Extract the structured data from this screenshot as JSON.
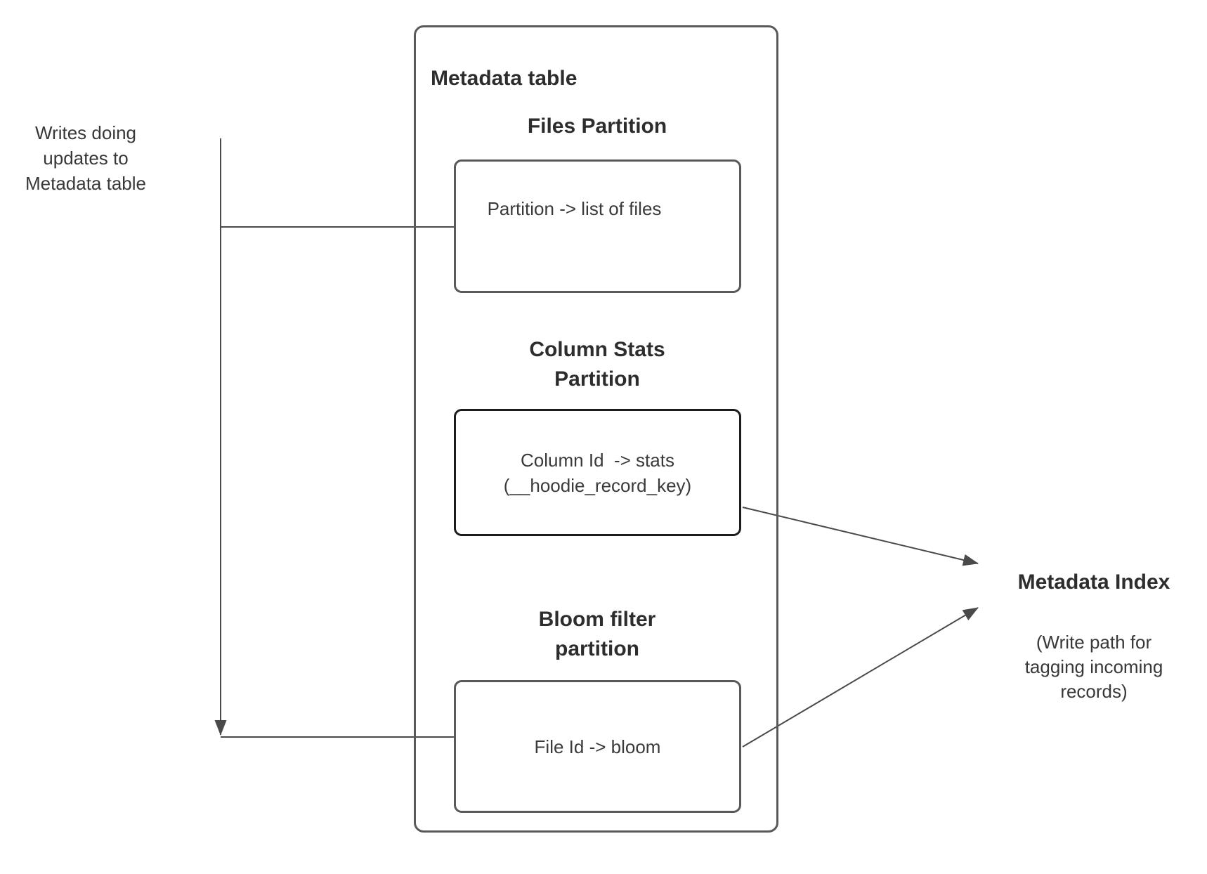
{
  "left_note": "Writes doing\nupdates to\nMetadata table",
  "metadata_table": {
    "title": "Metadata table",
    "partitions": [
      {
        "heading": "Files Partition",
        "body": "Partition -> list of files"
      },
      {
        "heading": "Column Stats\nPartition",
        "body": "Column Id  -> stats\n(__hoodie_record_key)"
      },
      {
        "heading": "Bloom filter\npartition",
        "body": "File Id -> bloom"
      }
    ]
  },
  "metadata_index": {
    "title": "Metadata Index",
    "note": "(Write path for\ntagging incoming\nrecords)"
  },
  "colors": {
    "box_border": "#58595b",
    "emphasis_border": "#1c1c1c",
    "connector": "#4a4a4a",
    "heading_text": "#2d2d2d",
    "body_text": "#3a3a3a"
  }
}
